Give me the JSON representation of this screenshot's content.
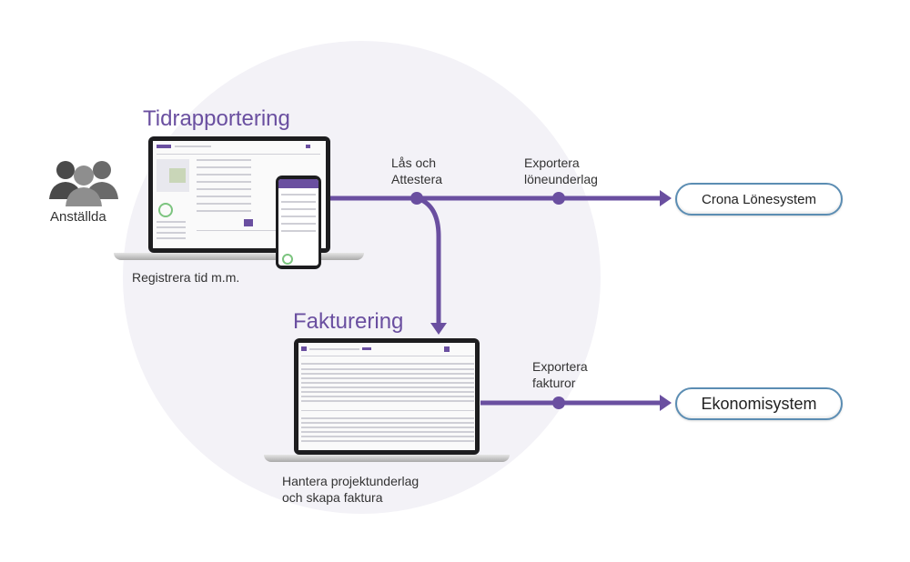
{
  "sections": {
    "time_reporting": {
      "title": "Tidrapportering",
      "caption": "Registrera tid m.m."
    },
    "invoicing": {
      "title": "Fakturering",
      "caption_line1": "Hantera projektunderlag",
      "caption_line2": "och skapa faktura"
    }
  },
  "actor": {
    "label": "Anställda",
    "icon": "people-icon"
  },
  "steps": {
    "lock_attest": {
      "line1": "Lås och",
      "line2": "Attestera"
    },
    "export_payroll": {
      "line1": "Exportera",
      "line2": "löneunderlag"
    },
    "export_invoices": {
      "line1": "Exportera",
      "line2": "fakturor"
    }
  },
  "targets": {
    "payroll_system": "Crona Lönesystem",
    "finance_system": "Ekonomisystem"
  },
  "colors": {
    "accent": "#6a4fa0",
    "pill_border": "#5b8db3",
    "circle_bg": "#f3f2f7"
  }
}
